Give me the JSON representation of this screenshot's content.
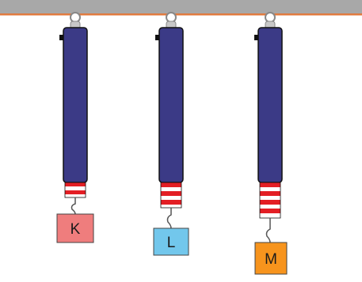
{
  "ceiling": {
    "color": "#a8a8a8",
    "edge_color": "#e07a3f"
  },
  "springs": [
    {
      "label": "K",
      "weight_color": "#ef7d7d",
      "stripe_count": 2,
      "relative_weight": 1
    },
    {
      "label": "L",
      "weight_color": "#72c7ec",
      "stripe_count": 3,
      "relative_weight": 2
    },
    {
      "label": "M",
      "weight_color": "#f7941d",
      "stripe_count": 4,
      "relative_weight": 3
    }
  ],
  "colors": {
    "body": "#3b3a86",
    "body_outline": "#111111",
    "stripe_red": "#e31e24",
    "stripe_white": "#ffffff",
    "hook": "#555555",
    "ring": "#c8c8c8"
  }
}
